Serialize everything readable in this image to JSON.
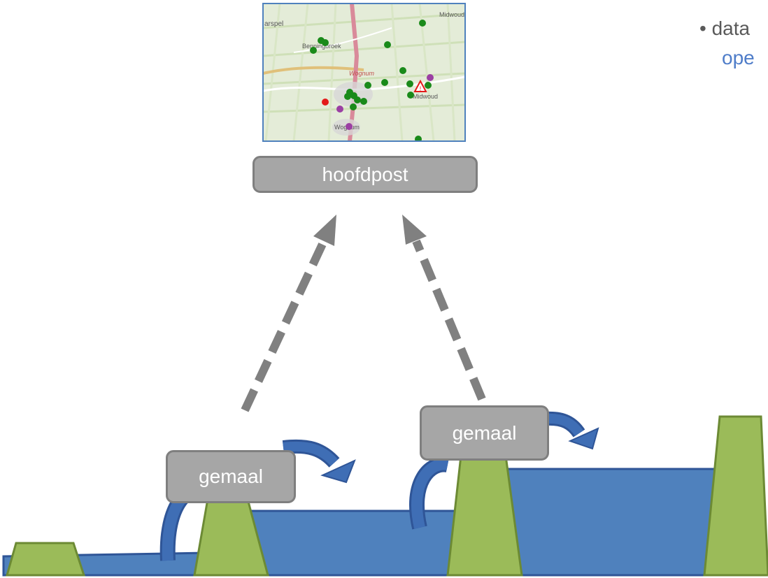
{
  "diagram": {
    "main_station_label": "hoofdpost",
    "pump_labels": [
      "gemaal",
      "gemaal"
    ],
    "bullet": {
      "marker": "•",
      "text": "data",
      "link_text": "ope"
    },
    "map_labels": [
      "arspel",
      "Midwoud",
      "Benningbroek",
      "Wognum",
      "Midwoud",
      "Wognum"
    ],
    "colors": {
      "water": "#4f81bd",
      "water_border": "#2f5597",
      "dike_fill": "#9bbb59",
      "dike_border": "#6c8a34",
      "box_fill": "#a6a6a6",
      "box_border": "#7f7f7f",
      "arrow": "#808080",
      "flow_arrow": "#3f6eb5"
    },
    "icons": [
      "map-thumbnail",
      "warning-triangle-icon",
      "curved-flow-arrow-icon",
      "dashed-arrow-icon"
    ]
  }
}
